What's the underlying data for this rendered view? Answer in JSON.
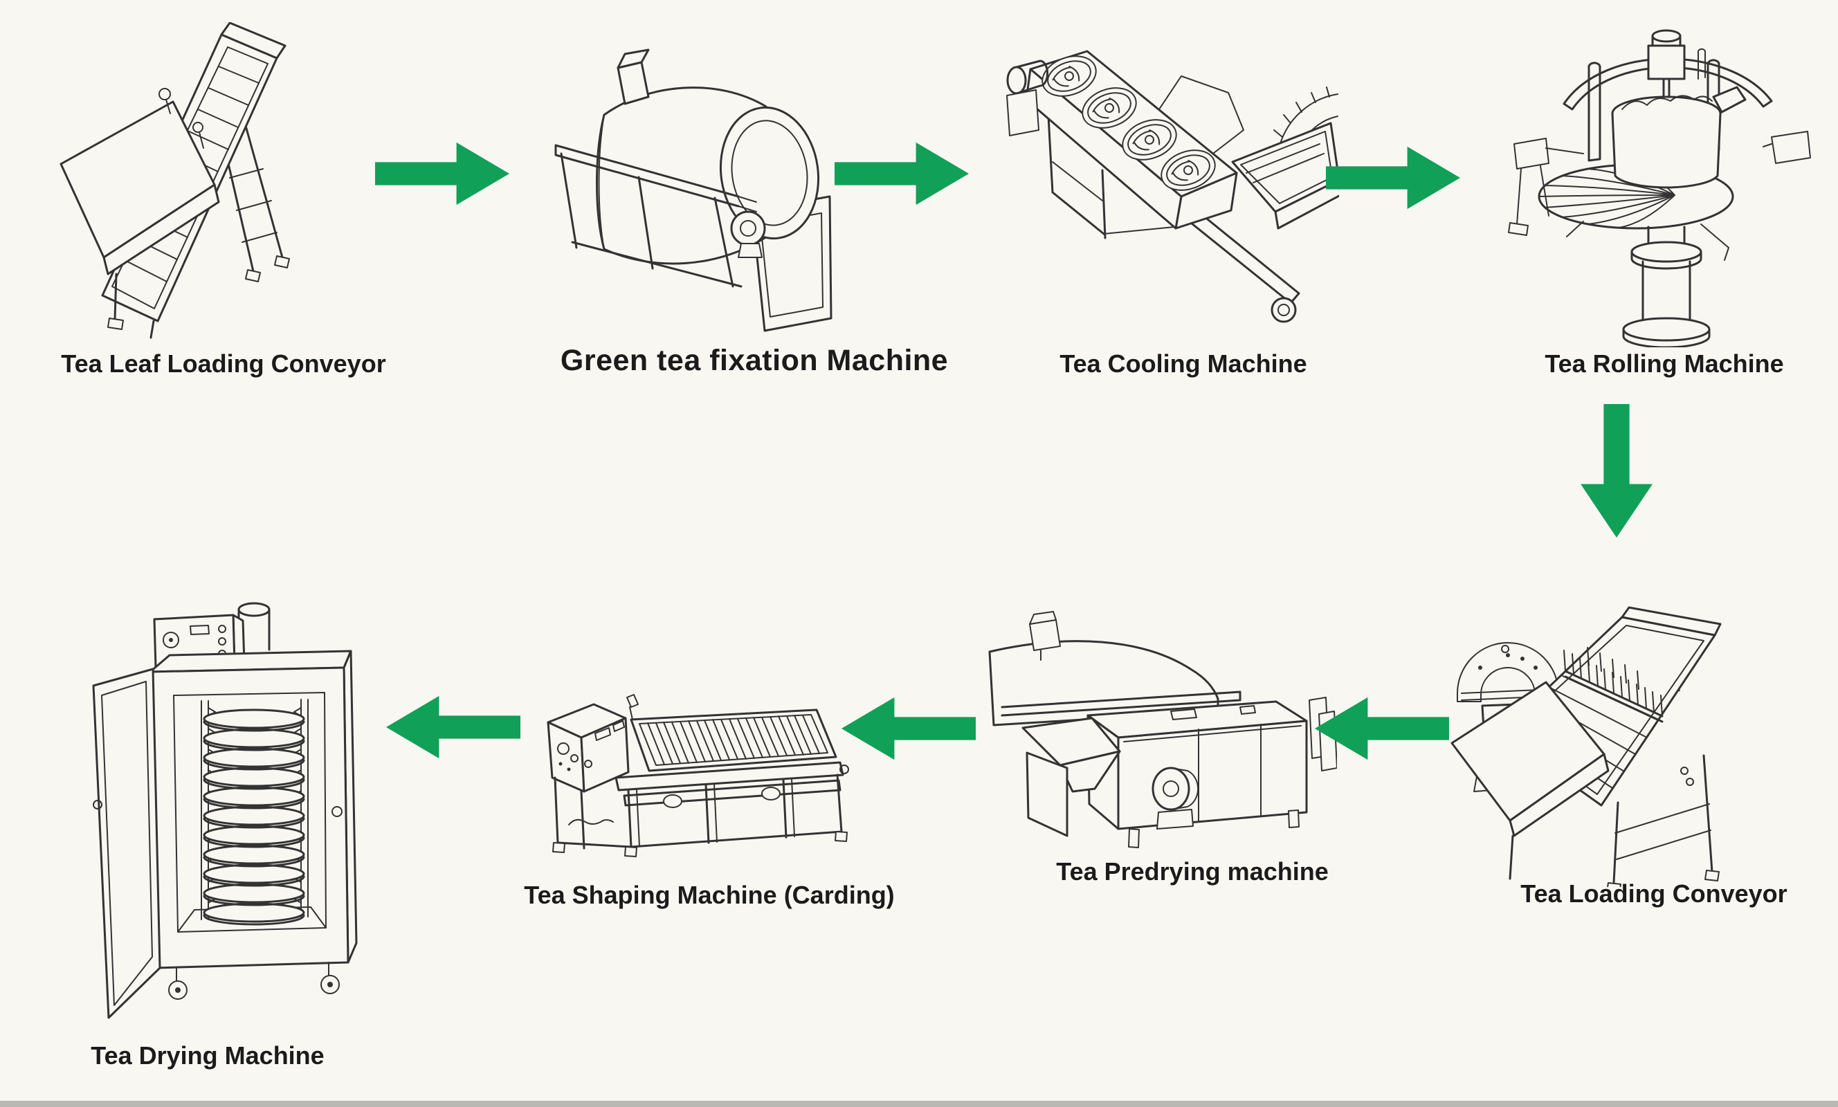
{
  "canvas": {
    "background_color": "#f8f7f2",
    "line_color": "#333333",
    "scan_strip_color": "#b9b8b3"
  },
  "flow": {
    "arrow_color": "#11a057",
    "stages": [
      {
        "name": "tea-leaf-loading-conveyor",
        "label": "Tea Leaf Loading Conveyor"
      },
      {
        "name": "green-tea-fixation-machine",
        "label": "Green tea fixation Machine"
      },
      {
        "name": "tea-cooling-machine",
        "label": "Tea Cooling Machine"
      },
      {
        "name": "tea-rolling-machine",
        "label": "Tea Rolling Machine"
      },
      {
        "name": "tea-loading-conveyor",
        "label": "Tea Loading Conveyor"
      },
      {
        "name": "tea-predrying-machine",
        "label": "Tea Predrying machine"
      },
      {
        "name": "tea-shaping-machine-carding",
        "label": "Tea Shaping Machine (Carding)"
      },
      {
        "name": "tea-drying-machine",
        "label": "Tea Drying Machine"
      }
    ],
    "arrows": [
      {
        "direction": "right",
        "from": "Tea Leaf Loading Conveyor",
        "to": "Green tea fixation Machine"
      },
      {
        "direction": "right",
        "from": "Green tea fixation Machine",
        "to": "Tea Cooling Machine"
      },
      {
        "direction": "right",
        "from": "Tea Cooling Machine",
        "to": "Tea Rolling Machine"
      },
      {
        "direction": "down",
        "from": "Tea Rolling Machine",
        "to": "Tea Loading Conveyor"
      },
      {
        "direction": "left",
        "from": "Tea Loading Conveyor",
        "to": "Tea Predrying machine"
      },
      {
        "direction": "left",
        "from": "Tea Predrying machine",
        "to": "Tea Shaping Machine (Carding)"
      },
      {
        "direction": "left",
        "from": "Tea Shaping Machine (Carding)",
        "to": "Tea Drying Machine"
      }
    ]
  }
}
